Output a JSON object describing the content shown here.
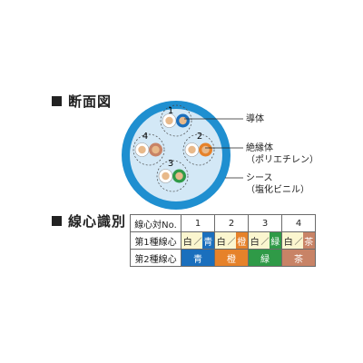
{
  "section1": {
    "title": "断面図"
  },
  "section2": {
    "title": "線心識別"
  },
  "diagram": {
    "pair_numbers": [
      "1",
      "2",
      "3",
      "4"
    ],
    "labels": {
      "conductor": "導体",
      "insulation": "絶縁体",
      "insulation_material": "（ポリエチレン）",
      "sheath": "シース",
      "sheath_material": "（塩化ビニル）"
    },
    "colors": {
      "sheath": "#1f8fd0",
      "inner": "#d3e8f6",
      "conductor": "#e8b98a"
    }
  },
  "table": {
    "header": {
      "label": "線心対No.",
      "pairs": [
        "1",
        "2",
        "3",
        "4"
      ]
    },
    "row1": {
      "label": "第1種線心",
      "cells": [
        {
          "left": "白",
          "right": "青",
          "color": "#1a6fbd"
        },
        {
          "left": "白",
          "right": "橙",
          "color": "#e6822a"
        },
        {
          "left": "白",
          "right": "緑",
          "color": "#2f9a47"
        },
        {
          "left": "白",
          "right": "茶",
          "color": "#c88366"
        }
      ]
    },
    "row2": {
      "label": "第2種線心",
      "cells": [
        {
          "text": "青",
          "color": "#1a6fbd"
        },
        {
          "text": "橙",
          "color": "#e6822a"
        },
        {
          "text": "緑",
          "color": "#2f9a47"
        },
        {
          "text": "茶",
          "color": "#c88366"
        }
      ]
    }
  }
}
